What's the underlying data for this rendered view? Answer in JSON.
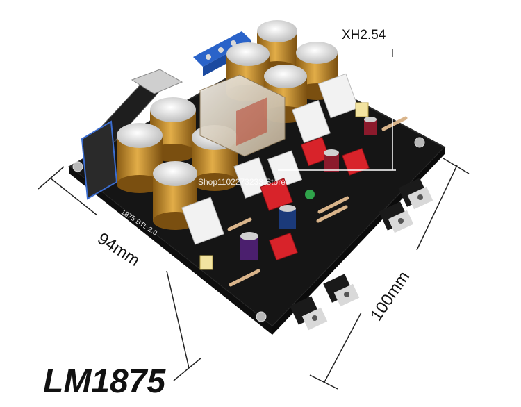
{
  "product": {
    "title": "LM1875",
    "connector_label": "XH2.54",
    "width_label": "94mm",
    "height_label": "100mm",
    "board_silkscreen": "1875 BTL 2.0",
    "watermark": "Shop1102273233 Store"
  },
  "colors": {
    "background": "#ffffff",
    "pcb": "#151515",
    "capacitor_gold": "#c8922c",
    "terminal_blue": "#2a63c9",
    "film_cap_red": "#d8232a",
    "heatsink_silver": "#c9c9c9"
  }
}
